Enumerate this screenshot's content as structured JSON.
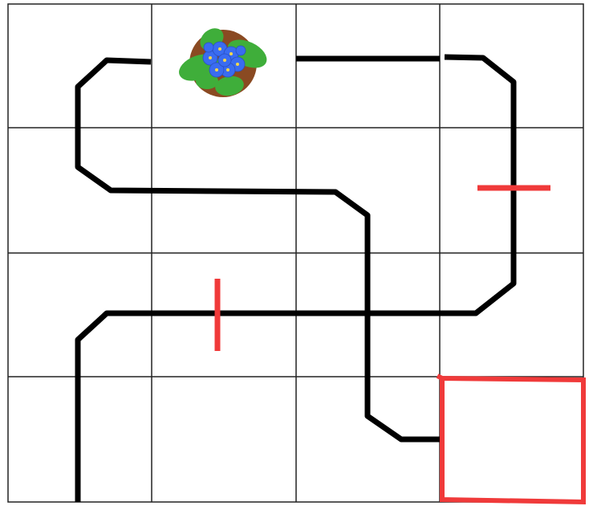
{
  "game": {
    "grid": {
      "rows": 4,
      "cols": 4
    },
    "colors": {
      "background": "#ffffff",
      "grid_line": "#222222",
      "path": "#000000",
      "barrier": "#f03a3a",
      "target_box": "#f03a3a",
      "flower_petal": "#3a6cf0",
      "flower_leaf": "#3fae3a",
      "pot": "#8a4a22"
    },
    "icons": {
      "start": "flower-pot-icon"
    },
    "start_cell": {
      "row": 1,
      "col": 2
    },
    "target_cell": {
      "row": 4,
      "col": 4
    },
    "barriers": [
      {
        "cell": {
          "row": 2,
          "col": 4
        },
        "orientation": "horizontal"
      },
      {
        "cell": {
          "row": 3,
          "col": 2
        },
        "orientation": "vertical"
      }
    ]
  }
}
